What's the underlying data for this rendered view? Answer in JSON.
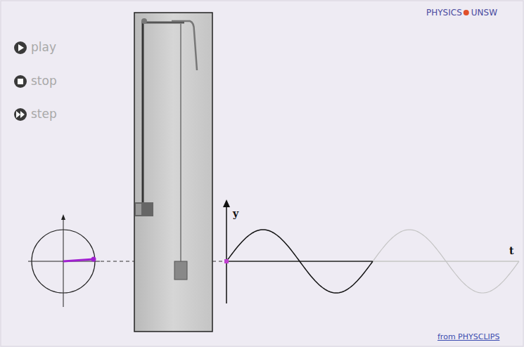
{
  "diagram": {
    "labels": [
      "play",
      "stop",
      "step",
      "PHYSICS",
      "UNSW",
      "y",
      "t",
      "from PHYSCLIPS"
    ]
  }
}
